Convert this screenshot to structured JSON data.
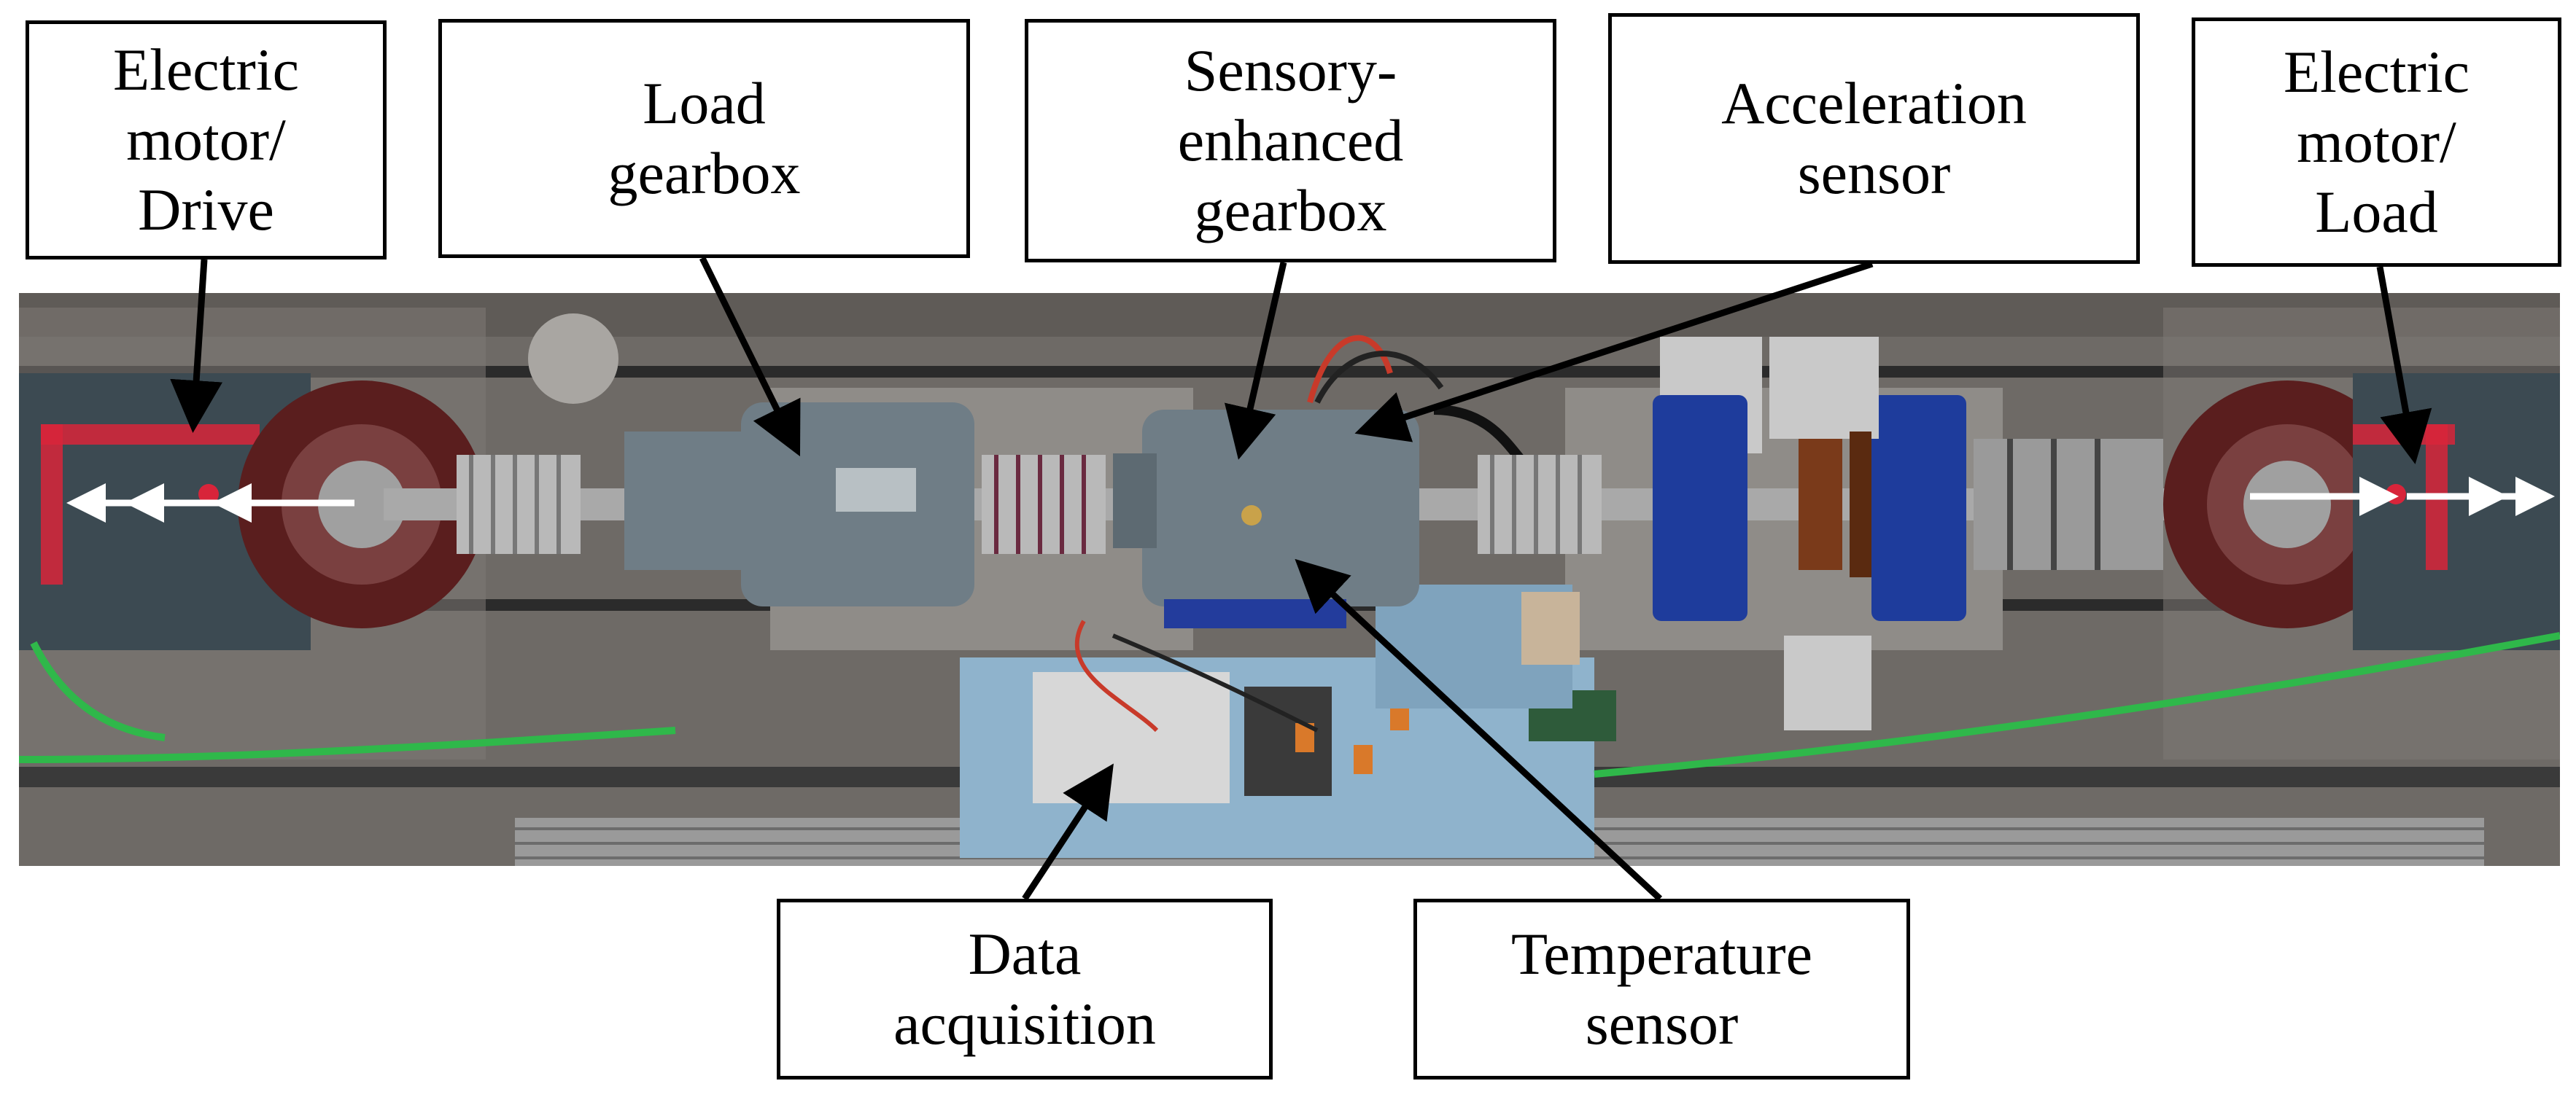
{
  "colors": {
    "floor": "#6e6a66",
    "plate": "#8f8c88",
    "motor_housing": "#3c4a52",
    "flange": "#5a1e1e",
    "gearbox": "#6f7d86",
    "bearing_blue": "#1e3c9c",
    "coupling_steel": "#b9b9b9",
    "pcb_blue": "#8fb3cc",
    "cable_green": "#2fb84a",
    "mark_red": "#d8243a",
    "arrow_white": "#ffffff",
    "pointer_black": "#000000"
  },
  "labels": {
    "electric_motor_drive": [
      "Electric",
      "motor/",
      "Drive"
    ],
    "load_gearbox": [
      "Load",
      "gearbox"
    ],
    "sensory_enhanced_gearbox": [
      "Sensory-",
      "enhanced",
      "gearbox"
    ],
    "acceleration_sensor": [
      "Acceleration",
      "sensor"
    ],
    "electric_motor_load": [
      "Electric",
      "motor/",
      "Load"
    ],
    "data_acquisition": [
      "Data",
      "acquisition"
    ],
    "temperature_sensor": [
      "Temperature",
      "sensor"
    ]
  },
  "icons": {
    "rotation_direction": "double-arrow-icon",
    "pointer": "arrow-pointer-icon"
  }
}
